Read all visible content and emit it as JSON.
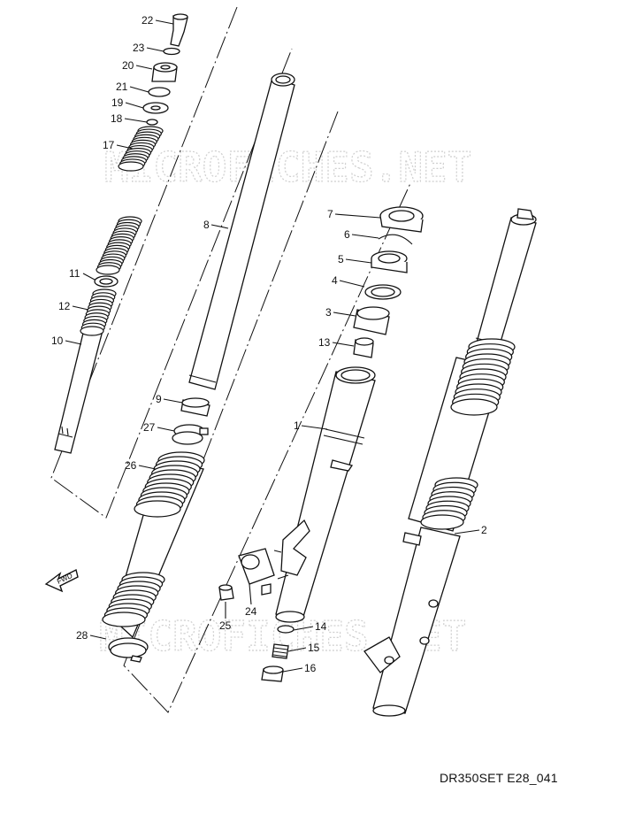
{
  "diagram": {
    "code": "DR350SET E28_041",
    "watermark": "MICROFICHES.NET",
    "fwd_label": "FWD",
    "callouts": [
      {
        "id": "c1",
        "label": "1"
      },
      {
        "id": "c2",
        "label": "2"
      },
      {
        "id": "c3",
        "label": "3"
      },
      {
        "id": "c4",
        "label": "4"
      },
      {
        "id": "c5",
        "label": "5"
      },
      {
        "id": "c6",
        "label": "6"
      },
      {
        "id": "c7",
        "label": "7"
      },
      {
        "id": "c8",
        "label": "8"
      },
      {
        "id": "c9",
        "label": "9"
      },
      {
        "id": "c10",
        "label": "10"
      },
      {
        "id": "c11",
        "label": "11"
      },
      {
        "id": "c12",
        "label": "12"
      },
      {
        "id": "c13",
        "label": "13"
      },
      {
        "id": "c14",
        "label": "14"
      },
      {
        "id": "c15",
        "label": "15"
      },
      {
        "id": "c16",
        "label": "16"
      },
      {
        "id": "c17",
        "label": "17"
      },
      {
        "id": "c18",
        "label": "18"
      },
      {
        "id": "c19",
        "label": "19"
      },
      {
        "id": "c20",
        "label": "20"
      },
      {
        "id": "c21",
        "label": "21"
      },
      {
        "id": "c22",
        "label": "22"
      },
      {
        "id": "c23",
        "label": "23"
      },
      {
        "id": "c24",
        "label": "24"
      },
      {
        "id": "c25",
        "label": "25"
      },
      {
        "id": "c26",
        "label": "26"
      },
      {
        "id": "c27",
        "label": "27"
      },
      {
        "id": "c28",
        "label": "28"
      }
    ]
  }
}
